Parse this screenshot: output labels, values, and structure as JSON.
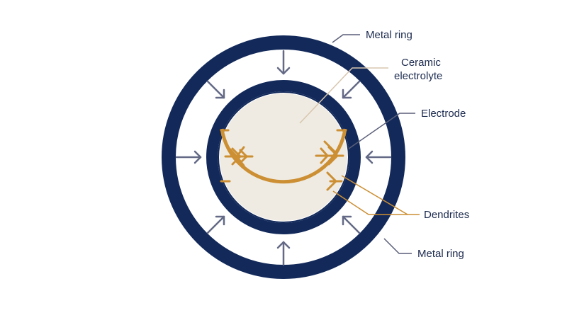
{
  "labels": {
    "metal_ring_top": "Metal ring",
    "ceramic_line1": "Ceramic",
    "ceramic_line2": "electrolyte",
    "electrode": "Electrode",
    "dendrites": "Dendrites",
    "metal_ring_bottom": "Metal ring"
  },
  "colors": {
    "ring": "#12295a",
    "electrolyte": "#efebe3",
    "dendrite": "#cc8f33",
    "arrow": "#646a86",
    "leader_dark": "#5a5f78",
    "leader_light": "#d8c6ae",
    "text": "#1b2a4e"
  },
  "icons": {
    "pressure_arrows": "arrow-icon",
    "dendrite_growth": "dendrite-icon"
  }
}
